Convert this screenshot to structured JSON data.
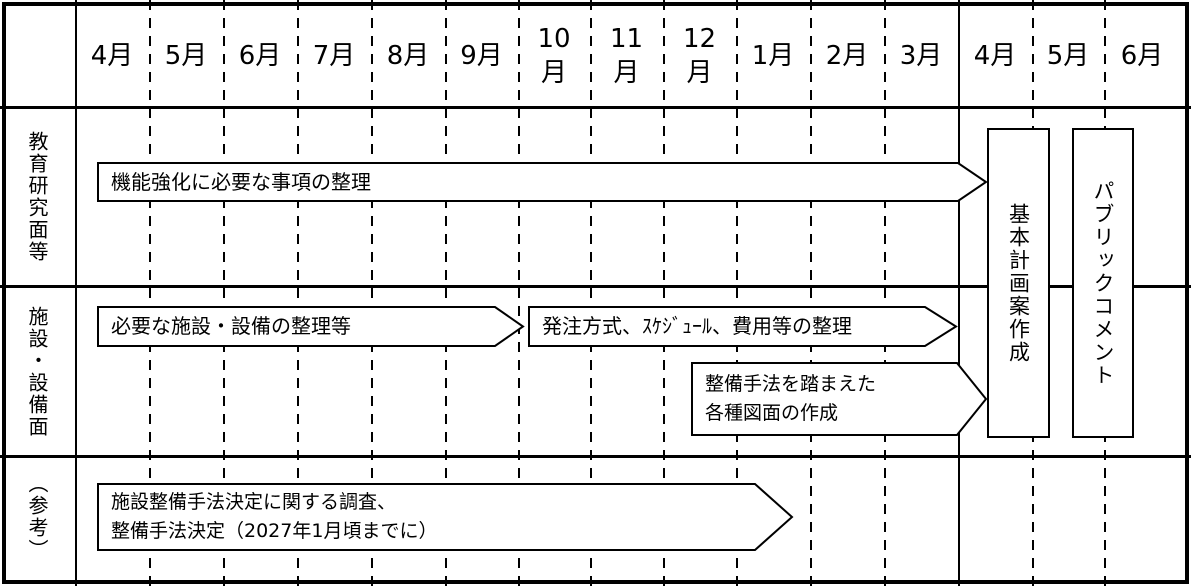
{
  "header": {
    "months": [
      "4月",
      "5月",
      "6月",
      "7月",
      "8月",
      "9月",
      "10\n月",
      "11\n月",
      "12\n月",
      "1月",
      "2月",
      "3月",
      "4月",
      "5月",
      "6月"
    ]
  },
  "rows": [
    {
      "label": "教育研究面等"
    },
    {
      "label": "施設・設備面"
    },
    {
      "label": "（参考）"
    }
  ],
  "tasks": {
    "kinou": {
      "label": "機能強化に必要な事項の整理"
    },
    "hitsuyou": {
      "label": "必要な施設・設備の整理等"
    },
    "hacchuu": {
      "label": "発注方式、ｽｹｼﾞｭｰﾙ、費用等の整理"
    },
    "zumen": {
      "label": "整備手法を踏まえた\n各種図面の作成"
    },
    "chousa": {
      "label": "施設整備手法決定に関する調査、\n整備手法決定（2027年1月頃までに）"
    },
    "kihon": {
      "label": "基本計画案作成"
    },
    "public": {
      "label": "パブリックコメント"
    }
  },
  "colors": {
    "line": "#000000",
    "background": "#ffffff"
  }
}
